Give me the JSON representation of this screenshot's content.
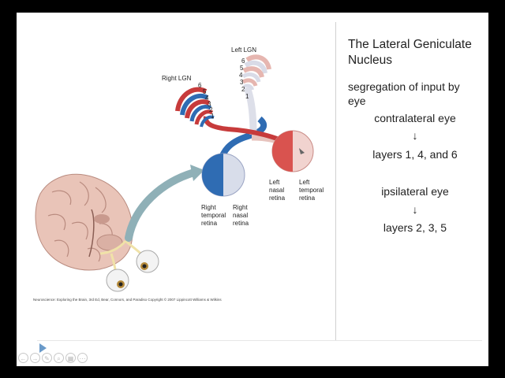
{
  "slide": {
    "title": "The Lateral Geniculate Nucleus",
    "subtitle": "segregation of input by eye",
    "contra_label": "contralateral eye",
    "contra_arrow": "↓",
    "contra_layers": "layers 1, 4, and 6",
    "ipsi_label": "ipsilateral eye",
    "ipsi_arrow": "↓",
    "ipsi_layers": "layers 2, 3, 5"
  },
  "figure": {
    "left_lgn": "Left LGN",
    "right_lgn": "Right LGN",
    "left_layers": [
      "6",
      "5",
      "4",
      "3",
      "2",
      "1"
    ],
    "right_layers": [
      "6",
      "5",
      "4",
      "3",
      "2",
      "1"
    ],
    "right_temporal": [
      "Right",
      "temporal",
      "retina"
    ],
    "right_nasal": [
      "Right",
      "nasal",
      "retina"
    ],
    "left_nasal": [
      "Left",
      "nasal",
      "retina"
    ],
    "left_temporal": [
      "Left",
      "temporal",
      "retina"
    ],
    "caption": "Neuroscience: Exploring the Brain, 3rd Ed, Bear, Connors, and Paradiso Copyright © 2007 Lippincott Williams & Wilkins",
    "colors": {
      "contralateral": "#c73b3b",
      "ipsilateral": "#2f6cb3",
      "brain": "#e8c2b6"
    }
  },
  "player": {
    "controls": [
      "prev-icon",
      "next-icon",
      "pen-icon",
      "zoom-icon",
      "grid-icon",
      "more-icon"
    ],
    "control_glyphs": [
      "←",
      "→",
      "✎",
      "⌕",
      "▦",
      "⋯"
    ]
  }
}
